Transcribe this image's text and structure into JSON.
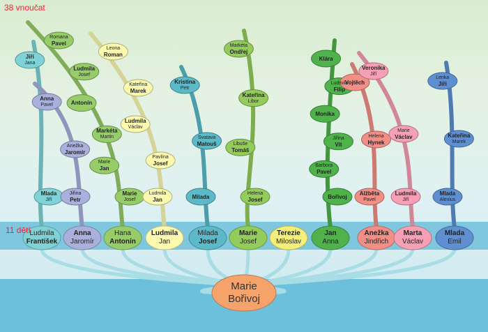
{
  "labels": {
    "grandchildren_count": "38 vnoučat",
    "children_count": "11 dětí"
  },
  "root": {
    "line1": "Marie",
    "line2": "Bořivoj",
    "color": "#f5a26b"
  },
  "children": [
    {
      "line1": "Ludmila",
      "line2": "František",
      "bold": 2,
      "color": "#7fd3d6"
    },
    {
      "line1": "Anna",
      "line2": "Jaromír",
      "bold": 1,
      "color": "#a9b0dc"
    },
    {
      "line1": "Hana",
      "line2": "Antonín",
      "bold": 2,
      "color": "#96cc6a"
    },
    {
      "line1": "Ludmila",
      "line2": "Jan",
      "bold": 1,
      "color": "#fbf8b0"
    },
    {
      "line1": "Milada",
      "line2": "Josef",
      "bold": 2,
      "color": "#5bb9c8"
    },
    {
      "line1": "Marie",
      "line2": "Josef",
      "bold": 1,
      "color": "#93cc5a"
    },
    {
      "line1": "Terezie",
      "line2": "Miloslav",
      "bold": 1,
      "color": "#f3ef7a"
    },
    {
      "line1": "Jan",
      "line2": "Anna",
      "bold": 1,
      "color": "#4fb24a"
    },
    {
      "line1": "Anežka",
      "line2": "Jindřich",
      "bold": 1,
      "color": "#f18f86"
    },
    {
      "line1": "Marta",
      "line2": "Václav",
      "bold": 1,
      "color": "#f5a0b4"
    },
    {
      "line1": "Mlada",
      "line2": "Emil",
      "bold": 1,
      "color": "#5e8fd1"
    }
  ],
  "grandchildren": [
    [
      {
        "line1": "Jiří",
        "line2": "Jana",
        "bold": 1
      },
      {
        "line1": "Mlada",
        "line2": "Jiří",
        "bold": 1
      }
    ],
    [
      {
        "line1": "Anna",
        "line2": "Pavel",
        "bold": 1
      },
      {
        "line1": "Anežka",
        "line2": "Jaromír",
        "bold": 2
      },
      {
        "line1": "Jiřina",
        "line2": "Petr",
        "bold": 2
      }
    ],
    [
      {
        "line1": "Romana",
        "line2": "Pavel",
        "bold": 2
      },
      {
        "line1": "Ludmila",
        "line2": "Josef",
        "bold": 1
      },
      {
        "line1": "Antonín",
        "line2": "",
        "bold": 1
      },
      {
        "line1": "Markéta",
        "line2": "Martin",
        "bold": 1
      },
      {
        "line1": "Marie",
        "line2": "Jan",
        "bold": 2
      },
      {
        "line1": "Marie",
        "line2": "Josef",
        "bold": 1
      }
    ],
    [
      {
        "line1": "Leona",
        "line2": "Roman",
        "bold": 2
      },
      {
        "line1": "Kateřina",
        "line2": "Marek",
        "bold": 2
      },
      {
        "line1": "Ludmila",
        "line2": "Václav",
        "bold": 1
      },
      {
        "line1": "Pavlína",
        "line2": "Josef",
        "bold": 2
      },
      {
        "line1": "Ludmila",
        "line2": "Jan",
        "bold": 2
      }
    ],
    [
      {
        "line1": "Kristina",
        "line2": "Petr",
        "bold": 1
      },
      {
        "line1": "Svatava",
        "line2": "Matouš",
        "bold": 2
      },
      {
        "line1": "Milada",
        "line2": "",
        "bold": 1
      }
    ],
    [
      {
        "line1": "Markéta",
        "line2": "Ondřej",
        "bold": 2
      },
      {
        "line1": "Kateřina",
        "line2": "Libor",
        "bold": 1
      },
      {
        "line1": "Libuše",
        "line2": "Tomáš",
        "bold": 2
      },
      {
        "line1": "Helena",
        "line2": "Josef",
        "bold": 2
      }
    ],
    [],
    [
      {
        "line1": "Klára",
        "line2": "",
        "bold": 1
      },
      {
        "line1": "Ludmila",
        "line2": "Filip",
        "bold": 2
      },
      {
        "line1": "Monika",
        "line2": "",
        "bold": 1
      },
      {
        "line1": "Jiřina",
        "line2": "Vít",
        "bold": 2
      },
      {
        "line1": "Barbora",
        "line2": "Pavel",
        "bold": 2
      },
      {
        "line1": "Bořivoj",
        "line2": "",
        "bold": 1
      }
    ],
    [
      {
        "line1": "Vojtěch",
        "line2": "",
        "bold": 1
      },
      {
        "line1": "Helena",
        "line2": "Hynek",
        "bold": 2
      },
      {
        "line1": "Alžběta",
        "line2": "Pavel",
        "bold": 1
      }
    ],
    [
      {
        "line1": "Veronika",
        "line2": "Jiří",
        "bold": 1
      },
      {
        "line1": "Marie",
        "line2": "Václav",
        "bold": 2
      },
      {
        "line1": "Ludmila",
        "line2": "Jiří",
        "bold": 1
      }
    ],
    [
      {
        "line1": "Lenka",
        "line2": "Jiří",
        "bold": 2
      },
      {
        "line1": "Kateřina",
        "line2": "Marek",
        "bold": 1
      },
      {
        "line1": "Mlada",
        "line2": "Alexius",
        "bold": 1
      }
    ]
  ],
  "colors": {
    "band": "#7fc7df",
    "ground": "#6cc0dc",
    "roots": "#a9dde6",
    "accent": "#e8231c"
  }
}
